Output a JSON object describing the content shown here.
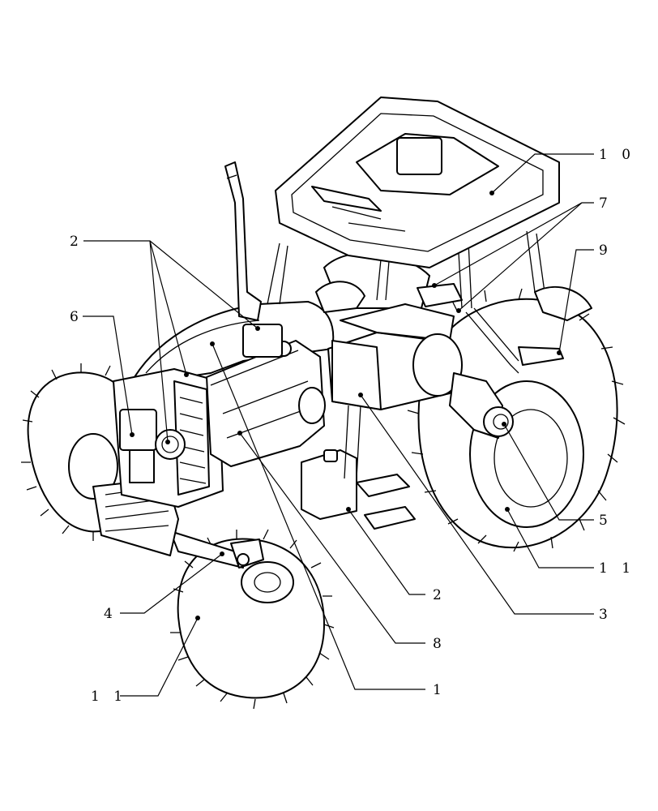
{
  "callouts": {
    "c_2_top": "2",
    "c_6": "6",
    "c_10": "1 0",
    "c_7": "7",
    "c_9": "9",
    "c_5": "5",
    "c_11_right": "1 1",
    "c_2_mid": "2",
    "c_3": "3",
    "c_4": "4",
    "c_8": "8",
    "c_1": "1",
    "c_11_left": "1 1"
  }
}
